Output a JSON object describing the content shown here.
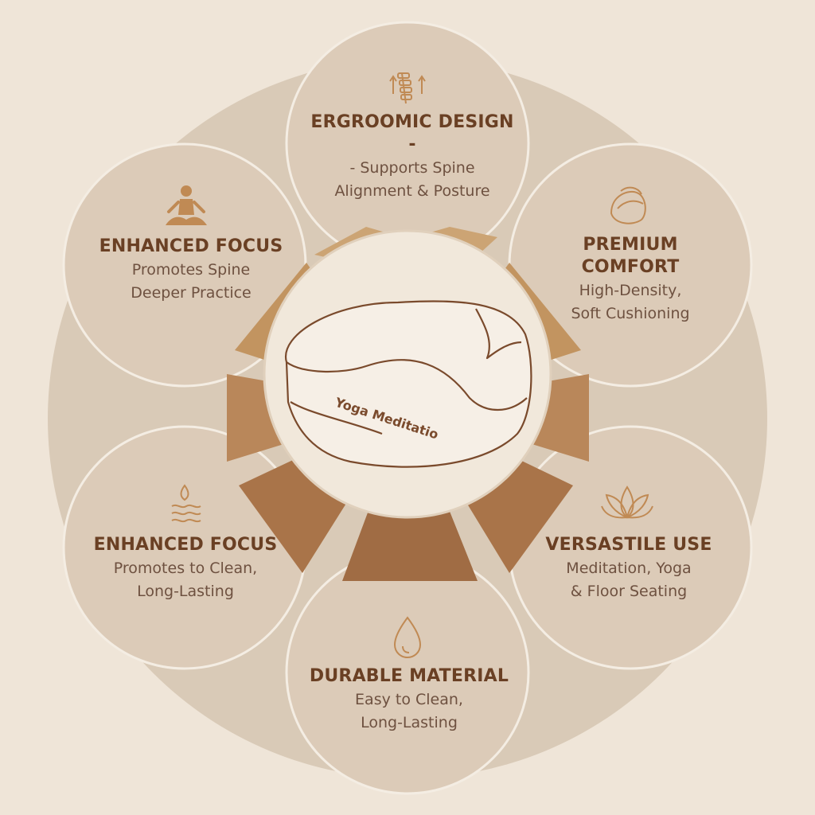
{
  "petals": {
    "top": {
      "title": "ERGROOMIC DESIGN -",
      "desc_line1": "- Supports Spine",
      "desc_line2": "Alignment & Posture",
      "icon": "spine-icon"
    },
    "upper_left": {
      "title": "ENHANCED FOCUS",
      "desc_line1": "Promotes Spine",
      "desc_line2": "Deeper Practice",
      "icon": "meditation-pose-icon"
    },
    "upper_right": {
      "title_line1": "PREMIUM",
      "title_line2": "COMFORT",
      "desc_line1": "High-Density,",
      "desc_line2": "Soft Cushioning",
      "icon": "cushion-leaf-icon"
    },
    "lower_left": {
      "title": "ENHANCED FOCUS",
      "desc_line1": "Promotes to Clean,",
      "desc_line2": "Long-Lasting",
      "icon": "water-waves-icon"
    },
    "lower_right": {
      "title": "VERSASTILE USE",
      "desc_line1": "Meditation, Yoga",
      "desc_line2": "& Floor Seating",
      "icon": "lotus-icon"
    },
    "bottom": {
      "title": "DURABLE MATERIAL",
      "desc_line1": "Easy to Clean,",
      "desc_line2": "Long-Lasting",
      "icon": "water-drop-icon"
    }
  },
  "center": {
    "cushion_text": "Yoga Meditatio",
    "icon": "meditation-cushion-illustration"
  },
  "colors": {
    "background": "#efe5d8",
    "outer_circle": "#d8c9b6",
    "petal_fill": "#dcccb9",
    "petal_stroke": "#f4ece2",
    "center_circle": "#f0e6d8",
    "lotus_light": "#c79a62",
    "lotus_dark": "#a8744a",
    "title_text": "#6a4024",
    "icon_color": "#c08a54"
  }
}
